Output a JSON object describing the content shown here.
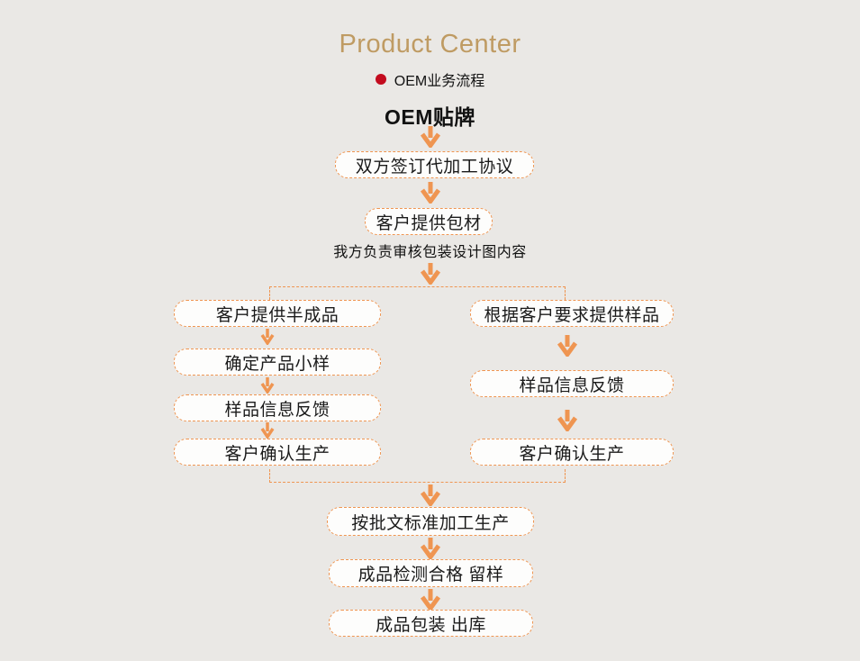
{
  "header": {
    "title": "Product Center",
    "section": "OEM业务流程"
  },
  "flow": {
    "root": "OEM贴牌",
    "agreement": "双方签订代加工协议",
    "packaging": "客户提供包材",
    "packaging_note": "我方负责审核包装设计图内容",
    "left_branch": [
      "客户提供半成品",
      "确定产品小样",
      "样品信息反馈",
      "客户确认生产"
    ],
    "right_branch": [
      "根据客户要求提供样品",
      "样品信息反馈",
      "客户确认生产"
    ],
    "final_steps": [
      "按批文标准加工生产",
      "成品检测合格 留样",
      "成品包装 出库"
    ]
  },
  "icons": {
    "bullet": "red-dot-icon",
    "arrow": "arrow-down-icon"
  },
  "colors": {
    "background": "#eae8e5",
    "box_fill": "#fdfdfc",
    "accent_orange": "#ef9551",
    "title_gold": "#bf9b63",
    "bullet_red": "#c30b1e",
    "text": "#1a1a1a"
  }
}
